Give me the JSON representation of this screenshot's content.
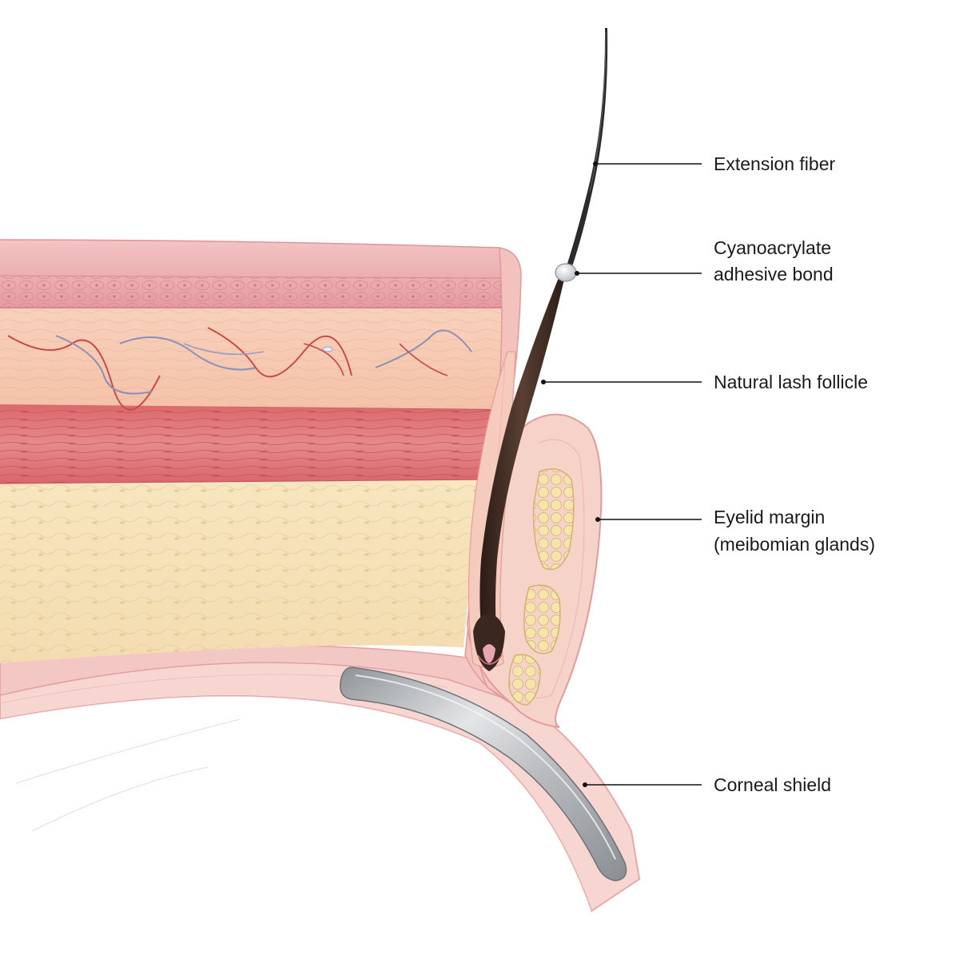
{
  "diagram": {
    "labels": {
      "extension_fiber": "Extension fiber",
      "adhesive_line1": "Cyanoacrylate",
      "adhesive_line2": "adhesive bond",
      "follicle": "Natural lash follicle",
      "margin_line1": "Eyelid margin",
      "margin_line2": "(meibomian glands)",
      "shield": "Corneal shield"
    },
    "colors": {
      "epidermis": "#e9a2a8",
      "dermis": "#f6c9b4",
      "muscle": "#d9676c",
      "fat": "#f6e3b8",
      "conjunctiva": "#f4c7c5",
      "lash": "#3b2a22",
      "fiber": "#2c2c2c",
      "adhesive": "#d8dade",
      "shield": "#b7babd",
      "gland": "#f2dc9e"
    }
  }
}
